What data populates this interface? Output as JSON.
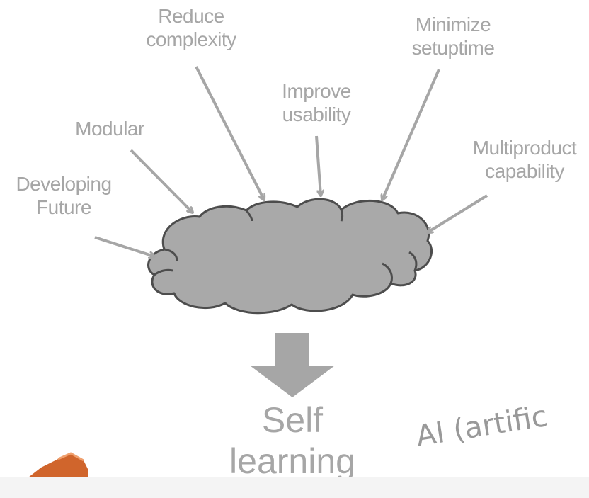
{
  "labels": {
    "reduce_complexity": [
      "Reduce",
      "complexity"
    ],
    "minimize_setuptime": [
      "Minimize",
      "setuptime"
    ],
    "improve_usability": [
      "Improve",
      "usability"
    ],
    "modular": [
      "Modular"
    ],
    "multiproduct_capability": [
      "Multiproduct",
      "capability"
    ],
    "developing_future": [
      "Developing",
      "Future"
    ]
  },
  "result": {
    "line1": "Self",
    "line2": "learning"
  },
  "side_text": "AI (artific",
  "colors": {
    "label_text": "#a6a6a6",
    "arrow": "#a6a6a6",
    "cloud_fill": "#a9a9a9",
    "cloud_stroke": "#4d4d4d",
    "down_arrow": "#a6a6a6",
    "corner_shape": "#d0652c"
  }
}
